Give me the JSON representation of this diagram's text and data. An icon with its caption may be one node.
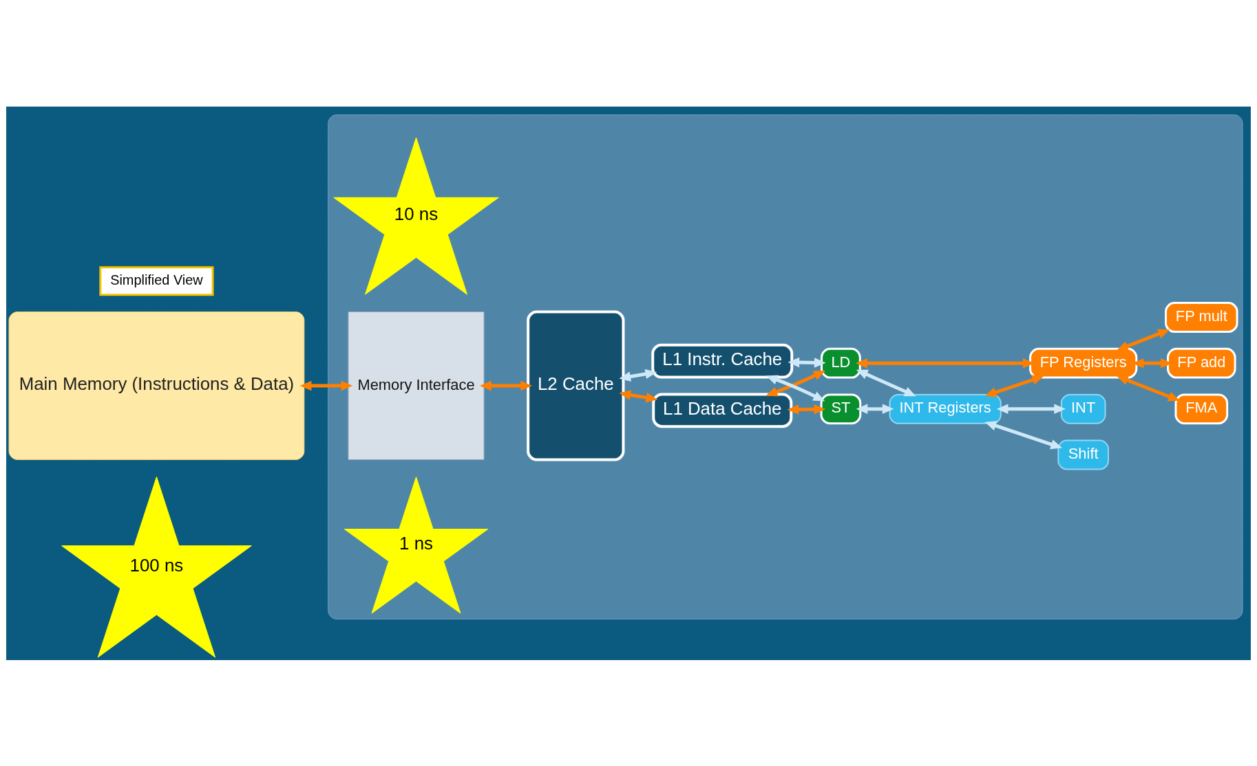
{
  "diagram": {
    "nodes": [
      {
        "text": [
          "100 ns"
        ]
      },
      {
        "text": [
          "Main Memory (Instructions & Data)"
        ]
      },
      {
        "text": [],
        "shape": "box"
      },
      {
        "text": [
          "10 ns"
        ],
        "in": 2
      },
      {
        "text": [
          "Memory Interface"
        ],
        "in": 2
      },
      {
        "text": [
          "L2 Cache"
        ],
        "in": 2
      },
      {
        "text": [
          "1 ns"
        ],
        "in": 2
      },
      {
        "text": [
          "L1 Data Cache"
        ],
        "in": 2
      },
      {
        "text": [
          "INT Registers"
        ],
        "in": 2
      },
      {
        "text": [
          "Shift"
        ],
        "in": 2
      },
      {
        "text": [
          "ST"
        ],
        "in": 2
      },
      {
        "text": [
          "INT"
        ],
        "in": 2
      },
      {
        "text": [
          "LD"
        ],
        "in": 2
      },
      {
        "text": [
          "L1 Instr. Cache"
        ],
        "in": 2
      },
      {
        "text": [
          "FMA"
        ],
        "in": 2
      },
      {
        "text": [
          "FP Registers"
        ],
        "in": 2
      },
      {
        "text": [
          "FP add"
        ],
        "in": 2
      },
      {
        "text": [
          "FP mult"
        ],
        "in": 2
      },
      {
        "text": [
          "Simplified View"
        ]
      }
    ],
    "edges": [
      {
        "from": 1,
        "to": 4,
        "arrow": "both"
      },
      {
        "from": 4,
        "to": 5,
        "arrow": "both"
      },
      {
        "from": 5,
        "to": 7,
        "arrow": "both"
      },
      {
        "from": 5,
        "to": 13,
        "arrow": "both",
        "color": "#cfe8f7"
      },
      {
        "from": 7,
        "to": 10,
        "arrow": "both"
      },
      {
        "from": 7,
        "to": 12,
        "arrow": "both"
      },
      {
        "from": 13,
        "to": 10,
        "arrow": "both",
        "color": "#cfe8f7"
      },
      {
        "from": 13,
        "to": 12,
        "arrow": "both",
        "color": "#cfe8f7"
      },
      {
        "from": 10,
        "to": 8,
        "arrow": "both",
        "color": "#cfe8f7"
      },
      {
        "from": 12,
        "to": 8,
        "arrow": "both",
        "color": "#cfe8f7"
      },
      {
        "from": 8,
        "to": 15,
        "arrow": "both"
      },
      {
        "from": 12,
        "to": 15,
        "arrow": "both"
      },
      {
        "from": 8,
        "to": 9,
        "arrow": "both",
        "color": "#cfe8f7"
      },
      {
        "from": 8,
        "to": 11,
        "arrow": "both",
        "color": "#cfe8f7"
      },
      {
        "from": 15,
        "to": 14,
        "arrow": "both"
      },
      {
        "from": 15,
        "to": 16,
        "arrow": "both"
      },
      {
        "from": 15,
        "to": 17,
        "arrow": "both"
      }
    ]
  }
}
